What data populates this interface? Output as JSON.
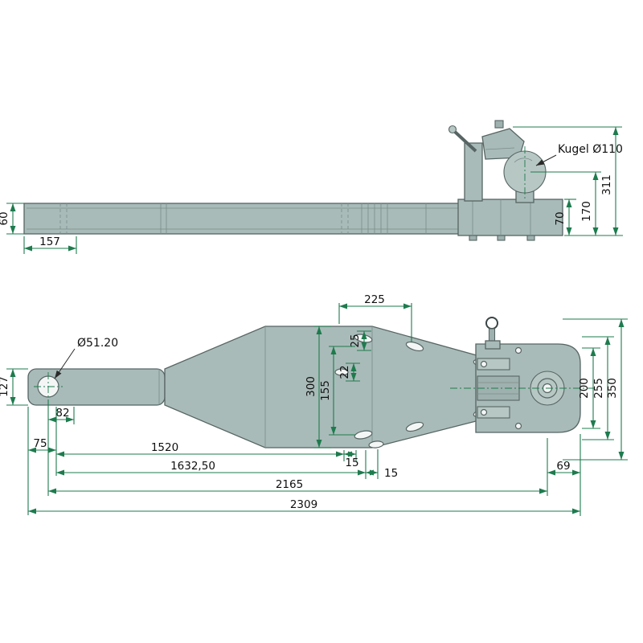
{
  "side_view": {
    "kugel_label": "Kugel Ø110",
    "dim_60": "60",
    "dim_157": "157",
    "dim_70": "70",
    "dim_170": "170",
    "dim_311": "311"
  },
  "plan_view": {
    "hole_label": "Ø51.20",
    "dim_127": "127",
    "dim_82": "82",
    "dim_75": "75",
    "dim_1520": "1520",
    "dim_15a": "15",
    "dim_1632_50": "1632,50",
    "dim_15b": "15",
    "dim_2165": "2165",
    "dim_2309": "2309",
    "dim_69": "69",
    "dim_225": "225",
    "dim_25": "25",
    "dim_22": "22",
    "dim_155": "155",
    "dim_300": "300",
    "dim_200": "200",
    "dim_255": "255",
    "dim_350": "350"
  },
  "colors": {
    "part_fill": "#a9bbb8",
    "part_stroke": "#566563",
    "dimension_line": "#1e7b4e",
    "text": "#101010",
    "background": "#ffffff"
  }
}
